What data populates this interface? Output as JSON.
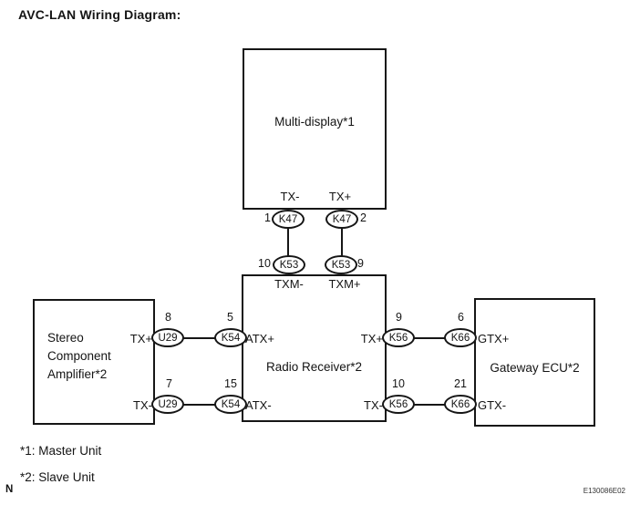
{
  "title": "AVC-LAN Wiring Diagram:",
  "boxes": {
    "multi_display": {
      "label": "Multi-display*1"
    },
    "stereo_amp": {
      "label_lines": [
        "Stereo",
        "Component",
        "Amplifier*2"
      ]
    },
    "radio": {
      "label": "Radio Receiver*2"
    },
    "gateway": {
      "label": "Gateway ECU*2"
    }
  },
  "ports": {
    "multi_tx_minus": "TX-",
    "multi_tx_plus": "TX+",
    "radio_txm_minus": "TXM-",
    "radio_txm_plus": "TXM+",
    "stereo_tx_plus": "TX+",
    "stereo_tx_minus": "TX-",
    "radio_atx_plus": "ATX+",
    "radio_atx_minus": "ATX-",
    "radio_tx_plus": "TX+",
    "radio_tx_minus": "TX-",
    "gateway_gtx_plus": "GTX+",
    "gateway_gtx_minus": "GTX-"
  },
  "connectors": {
    "k47_left": {
      "id": "K47",
      "pin": "1"
    },
    "k47_right": {
      "id": "K47",
      "pin": "2"
    },
    "k53_left": {
      "id": "K53",
      "pin": "10"
    },
    "k53_right": {
      "id": "K53",
      "pin": "9"
    },
    "u29_top": {
      "id": "U29",
      "pin": "8"
    },
    "k54_top": {
      "id": "K54",
      "pin": "5"
    },
    "u29_bottom": {
      "id": "U29",
      "pin": "7"
    },
    "k54_bottom": {
      "id": "K54",
      "pin": "15"
    },
    "k56_top": {
      "id": "K56",
      "pin": "9"
    },
    "k66_top": {
      "id": "K66",
      "pin": "6"
    },
    "k56_bottom": {
      "id": "K56",
      "pin": "10"
    },
    "k66_bottom": {
      "id": "K66",
      "pin": "21"
    }
  },
  "footnotes": [
    "*1: Master Unit",
    "*2: Slave Unit"
  ],
  "page_marker": "N",
  "figure_code": "E130086E02"
}
